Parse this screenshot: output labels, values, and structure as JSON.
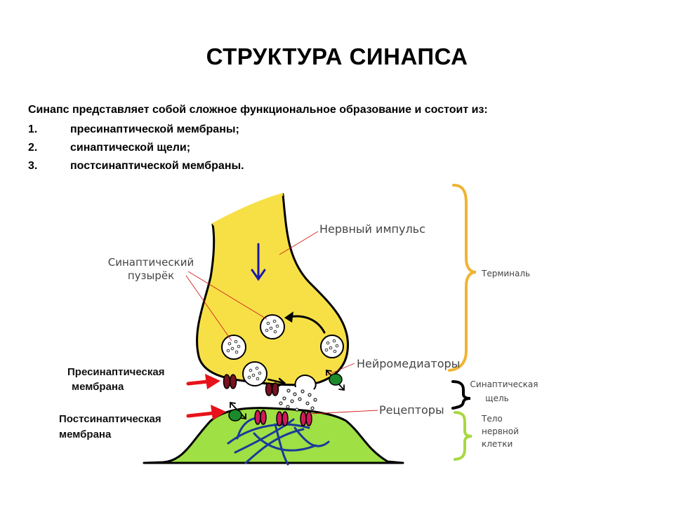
{
  "title": "СТРУКТУРА СИНАПСА",
  "intro": "Синапс представляет собой сложное функциональное образование и состоит из:",
  "list": [
    {
      "num": "1.",
      "text": "пресинаптической мембраны;"
    },
    {
      "num": "2.",
      "text": "синаптической щели;"
    },
    {
      "num": "3.",
      "text": "постсинаптической мембраны."
    }
  ],
  "labels": {
    "impulse": "Нервный импульс",
    "vesicle_1": "Синаптический",
    "vesicle_2": "пузырёк",
    "mediators": "Нейромедиаторы",
    "receptors": "Рецепторы",
    "presyn_1": "Пресинаптическая",
    "presyn_2": "мембрана",
    "postsyn_1": "Постсинаптическая",
    "postsyn_2": "мембрана",
    "terminal": "Терминаль",
    "cleft_1": "Синаптическая",
    "cleft_2": "щель",
    "body_1": "Тело",
    "body_2": "нервной",
    "body_3": "клетки"
  },
  "colors": {
    "terminal_fill": "#f7e046",
    "body_fill": "#9fe045",
    "brace_terminal": "#f0b432",
    "brace_cleft": "#000000",
    "brace_body": "#a8d840",
    "arrow_red": "#e8121a",
    "impulse_arrow": "#1a1aa8",
    "receptor": "#d01a5a",
    "channel": "#7a1020",
    "transporter": "#1a8a2a",
    "dendrite": "#1a3a9a"
  }
}
